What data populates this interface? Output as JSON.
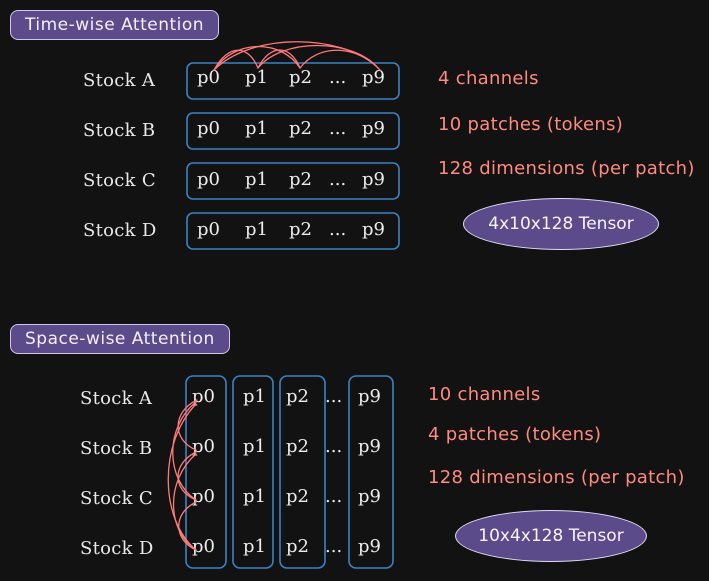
{
  "colors": {
    "box_stroke": "#3b82c4",
    "arc_stroke": "#ff7a7a",
    "title_fill": "#5b4b8a",
    "info_text": "#ff8a80"
  },
  "time": {
    "title": "Time-wise Attention",
    "stocks": [
      "Stock A",
      "Stock B",
      "Stock C",
      "Stock D"
    ],
    "tokens": [
      "p0",
      "p1",
      "p2",
      "...",
      "p9"
    ],
    "info": [
      "4 channels",
      "10 patches (tokens)",
      "128 dimensions (per patch)"
    ],
    "tensor": "4x10x128 Tensor"
  },
  "space": {
    "title": "Space-wise Attention",
    "stocks": [
      "Stock A",
      "Stock B",
      "Stock C",
      "Stock D"
    ],
    "tokens": [
      "p0",
      "p1",
      "p2",
      "...",
      "p9"
    ],
    "info": [
      "10 channels",
      "4 patches (tokens)",
      "128 dimensions (per patch)"
    ],
    "tensor": "10x4x128 Tensor"
  }
}
